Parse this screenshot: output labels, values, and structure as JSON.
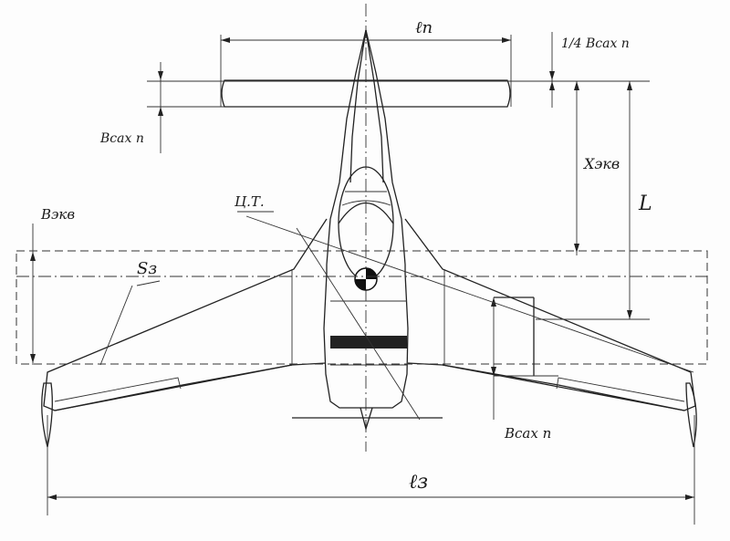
{
  "labels": {
    "l_tail": "ℓп",
    "quarter_mac": "1/4 Bсах п",
    "mac_tail_left": "Bсах п",
    "x_equiv": "Xэкв",
    "length": "L",
    "cg": "Ц.Т.",
    "b_equiv": "Bэкв",
    "s_wing": "Sз",
    "mac_wing": "Bсах п",
    "span": "ℓз"
  }
}
